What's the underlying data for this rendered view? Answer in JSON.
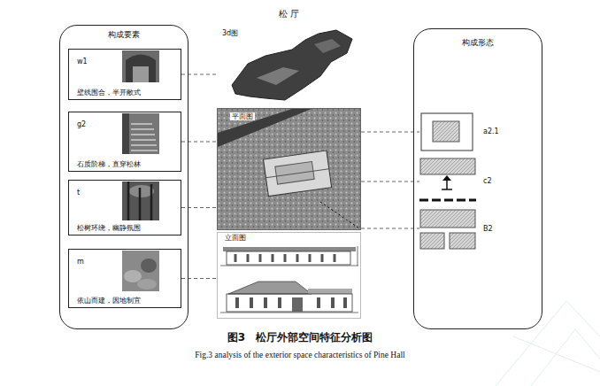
{
  "diagram": {
    "caption": "图3　松厅外部空间特征分析图",
    "nodes": [
      {
        "text": [
          "构成要素"
        ]
      },
      {
        "text": [
          "w1",
          "壁线围合，半开敞式"
        ],
        "in": 0
      },
      {
        "text": [
          "g2",
          "石质阶梯，直穿松林"
        ],
        "in": 0
      },
      {
        "text": [
          "t",
          "松树环绕，幽静氛围"
        ],
        "in": 0
      },
      {
        "text": [
          "m",
          "依山而建，因地制宜"
        ],
        "in": 0
      },
      {
        "text": [
          "松 厅"
        ]
      },
      {
        "text": [
          "3d图"
        ],
        "in": 5
      },
      {
        "text": [
          "平面图"
        ],
        "in": 5
      },
      {
        "text": [
          "立面图"
        ],
        "in": 5
      },
      {
        "text": [
          "构成形态"
        ]
      },
      {
        "text": [
          "a2.1"
        ],
        "in": 9
      },
      {
        "text": [
          "c2"
        ],
        "in": 9
      },
      {
        "text": [
          "B2"
        ],
        "in": 9
      }
    ],
    "edges": [
      {
        "from": 1,
        "to": 6,
        "arrow": "none"
      },
      {
        "from": 2,
        "to": 7,
        "arrow": "none"
      },
      {
        "from": 3,
        "to": 7,
        "arrow": "none"
      },
      {
        "from": 4,
        "to": 8,
        "arrow": "none"
      },
      {
        "from": 7,
        "to": 10,
        "arrow": "none"
      },
      {
        "from": 7,
        "to": 11,
        "arrow": "none"
      },
      {
        "from": 7,
        "to": 12,
        "arrow": "none"
      }
    ],
    "labels": [
      "Fig.3 analysis of the exterior space characteristics of Pine Hall"
    ]
  }
}
